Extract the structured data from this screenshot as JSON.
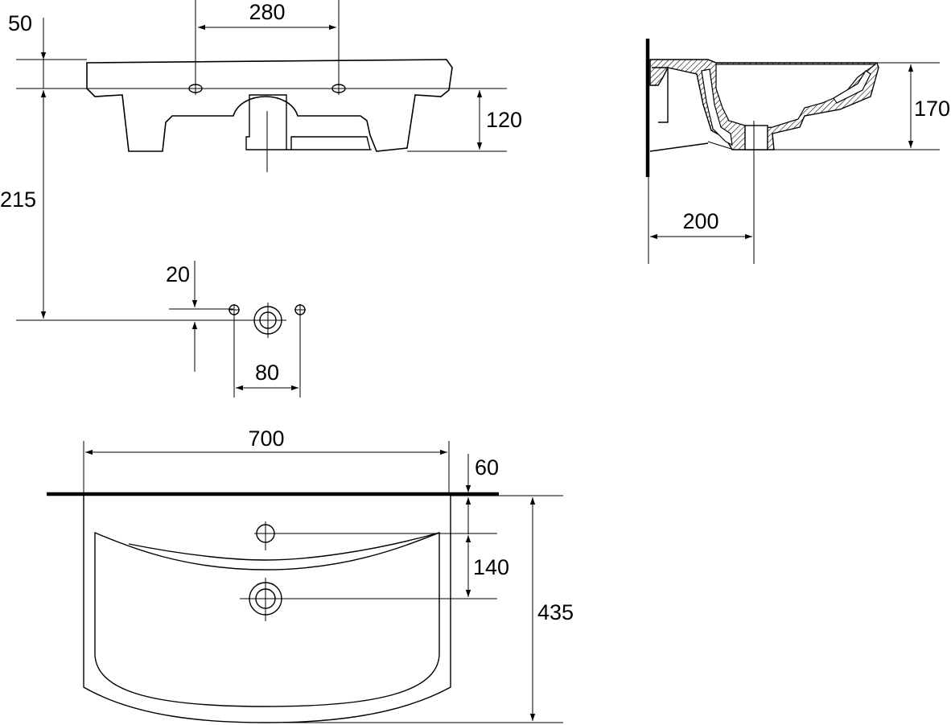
{
  "front_view": {
    "dim_top_offset": "50",
    "dim_tap_spacing": "280",
    "dim_depth": "120",
    "dim_height_to_drain": "215",
    "dim_pipe_offset": "20",
    "dim_pipe_spacing": "80"
  },
  "side_view": {
    "dim_bowl_depth": "170",
    "dim_drain_from_wall": "200"
  },
  "plan_view": {
    "dim_width": "700",
    "dim_wall_offset": "60",
    "dim_tap_to_drain": "140",
    "dim_total_depth": "435"
  }
}
